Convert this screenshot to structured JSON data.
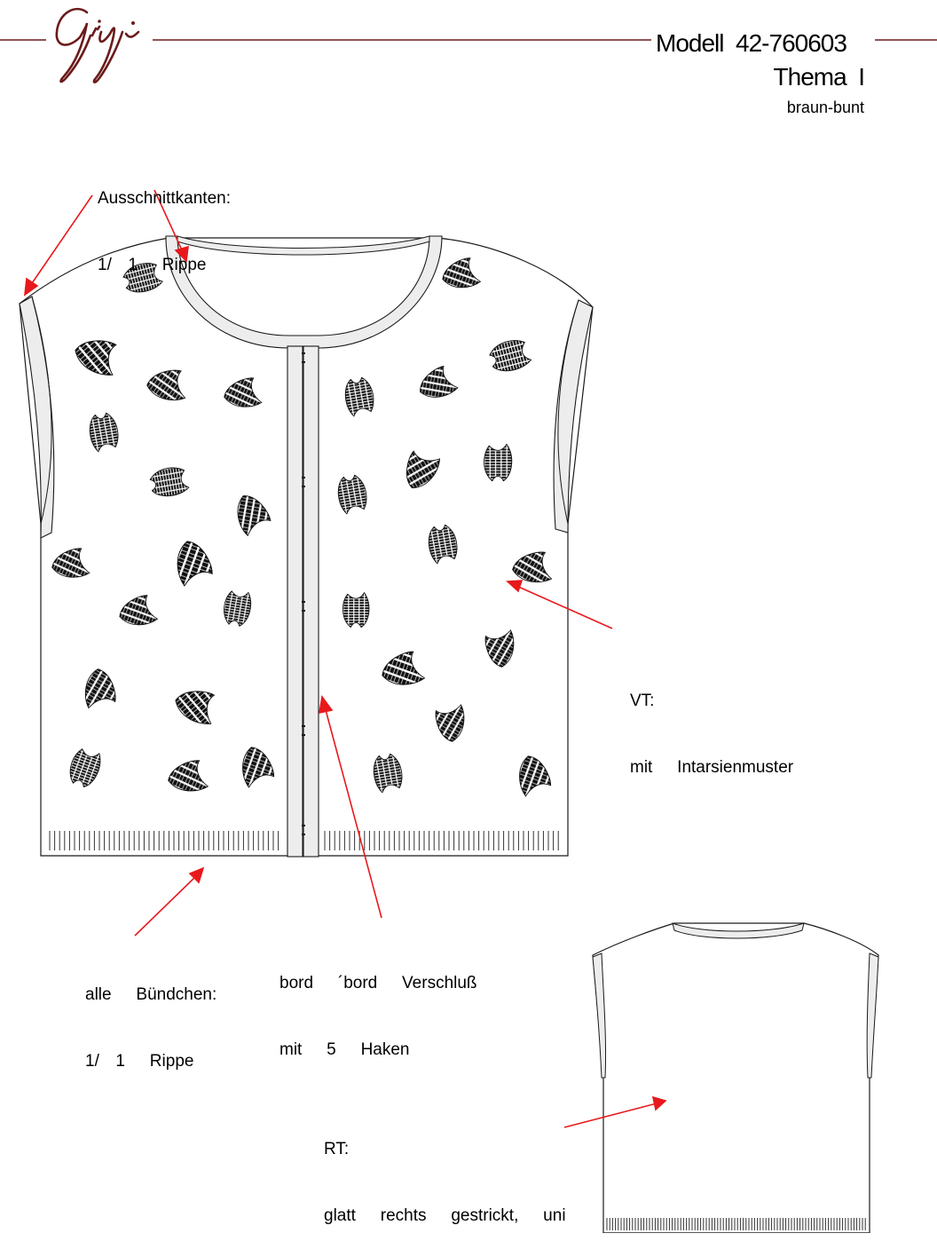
{
  "header": {
    "brand_logo": "Gigi",
    "model": "Modell  42-760603",
    "theme": "Thema  I",
    "color": "braun-bunt"
  },
  "annotations": {
    "neckline_title": "Ausschnittkanten:",
    "neckline_detail": "1/  1   Rippe",
    "front_title": "VT:",
    "front_detail": "mit   Intarsienmuster",
    "cuffs_title": "alle   Bündchen:",
    "cuffs_detail": "1/  1   Rippe",
    "closure_title": "bord   ´bord   Verschluß",
    "closure_detail": "mit   5   Haken",
    "back_title": "RT:",
    "back_detail": "glatt   rechts   gestrickt,   uni"
  },
  "colors": {
    "brand": "#6b1b1b",
    "arrow": "#e8191c",
    "outline": "#1a1a1a",
    "trim": "#ededed"
  }
}
